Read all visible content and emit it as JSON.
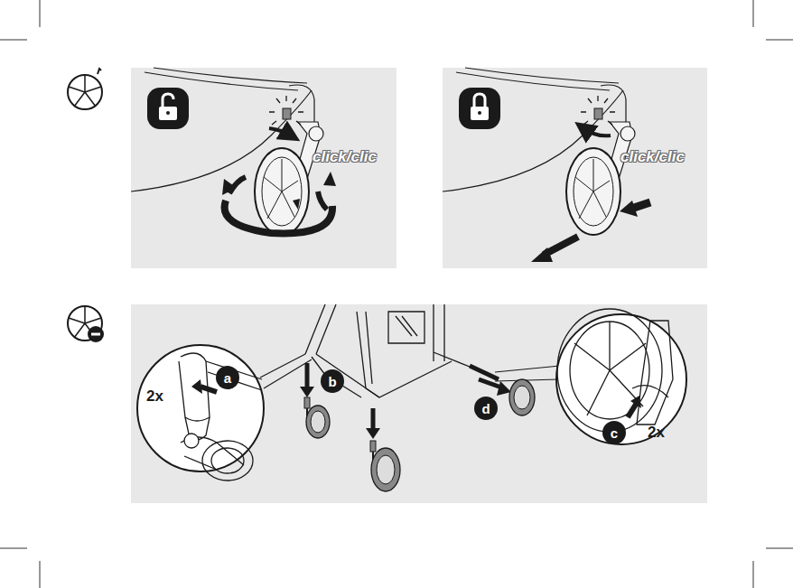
{
  "diagram": {
    "nodes": [
      {
        "text": [
          "a"
        ]
      },
      {
        "text": [
          "b"
        ]
      },
      {
        "text": [
          "d"
        ]
      },
      {
        "text": [
          "c"
        ]
      }
    ],
    "labels": [
      "click/clic",
      "click/clic",
      "2x",
      "2x"
    ]
  }
}
